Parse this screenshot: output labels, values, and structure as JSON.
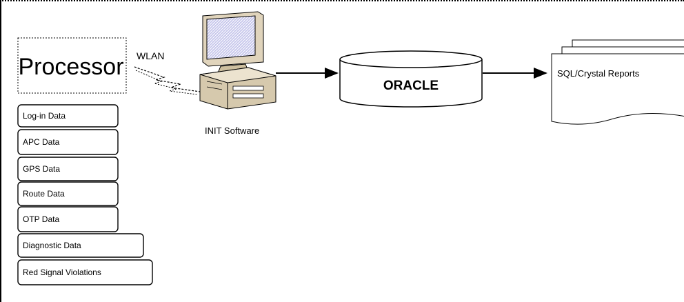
{
  "diagram": {
    "processor": "Processor",
    "wlan": "WLAN",
    "init_software": "INIT Software",
    "oracle": "ORACLE",
    "reports": "SQL/Crystal Reports",
    "data_items": [
      "Log-in Data",
      "APC Data",
      "GPS Data",
      "Route Data",
      "OTP Data",
      "Diagnostic Data",
      "Red Signal Violations"
    ]
  }
}
